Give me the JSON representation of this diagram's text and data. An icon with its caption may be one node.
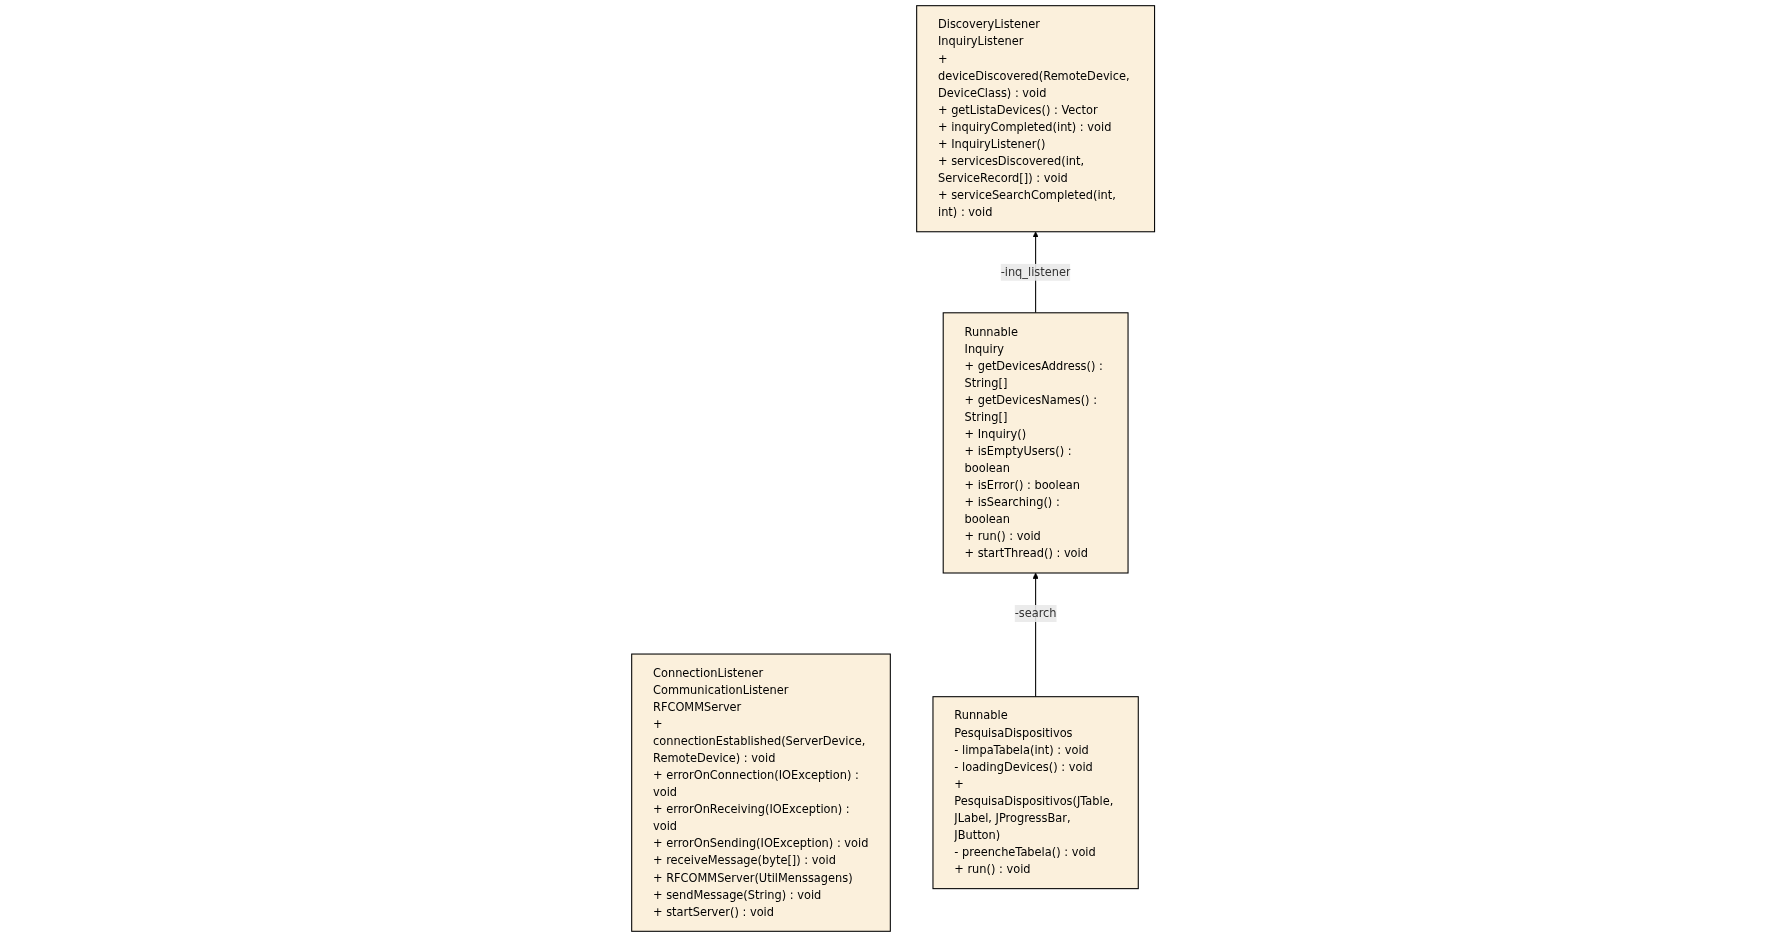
{
  "diagram": {
    "nodes": [
      {
        "text": [
          "DiscoveryListener",
          "InquiryListener",
          "+ deviceDiscovered(RemoteDevice, DeviceClass) : void",
          "+ getListaDevices() : Vector",
          "+ inquiryCompleted(int) : void",
          "+ InquiryListener()",
          "+ servicesDiscovered(int, ServiceRecord[]) : void",
          "+ serviceSearchCompleted(int, int) : void"
        ]
      },
      {
        "text": [
          "ConnectionListener",
          "CommunicationListener",
          "RFCOMMServer",
          "+ connectionEstablished(ServerDevice, RemoteDevice) : void",
          "+ errorOnConnection(IOException) : void",
          "+ errorOnReceiving(IOException) : void",
          "+ errorOnSending(IOException) : void",
          "+ receiveMessage(byte[]) : void",
          "+ RFCOMMServer(UtilMenssagens)",
          "+ sendMessage(String) : void",
          "+ startServer() : void"
        ]
      },
      {
        "text": [
          "Runnable",
          "Inquiry",
          "+ getDevicesAddress() : String[]",
          "+ getDevicesNames() : String[]",
          "+ Inquiry()",
          "+ isEmptyUsers() : boolean",
          "+ isError() : boolean",
          "+ isSearching() : boolean",
          "+ run() : void",
          "+ startThread() : void"
        ]
      },
      {
        "text": [
          "Runnable",
          "PesquisaDispositivos",
          "- limpaTabela(int) : void",
          "- loadingDevices() : void",
          "+ PesquisaDispositivos(JTable, JLabel, JProgressBar, JButton)",
          "- preencheTabela() : void",
          "+ run() : void"
        ]
      }
    ],
    "edges": [
      {
        "from": 2,
        "to": 0,
        "arrow": "to",
        "label": "-inq_listener"
      },
      {
        "from": 3,
        "to": 2,
        "arrow": "to",
        "label": "-search"
      }
    ]
  }
}
